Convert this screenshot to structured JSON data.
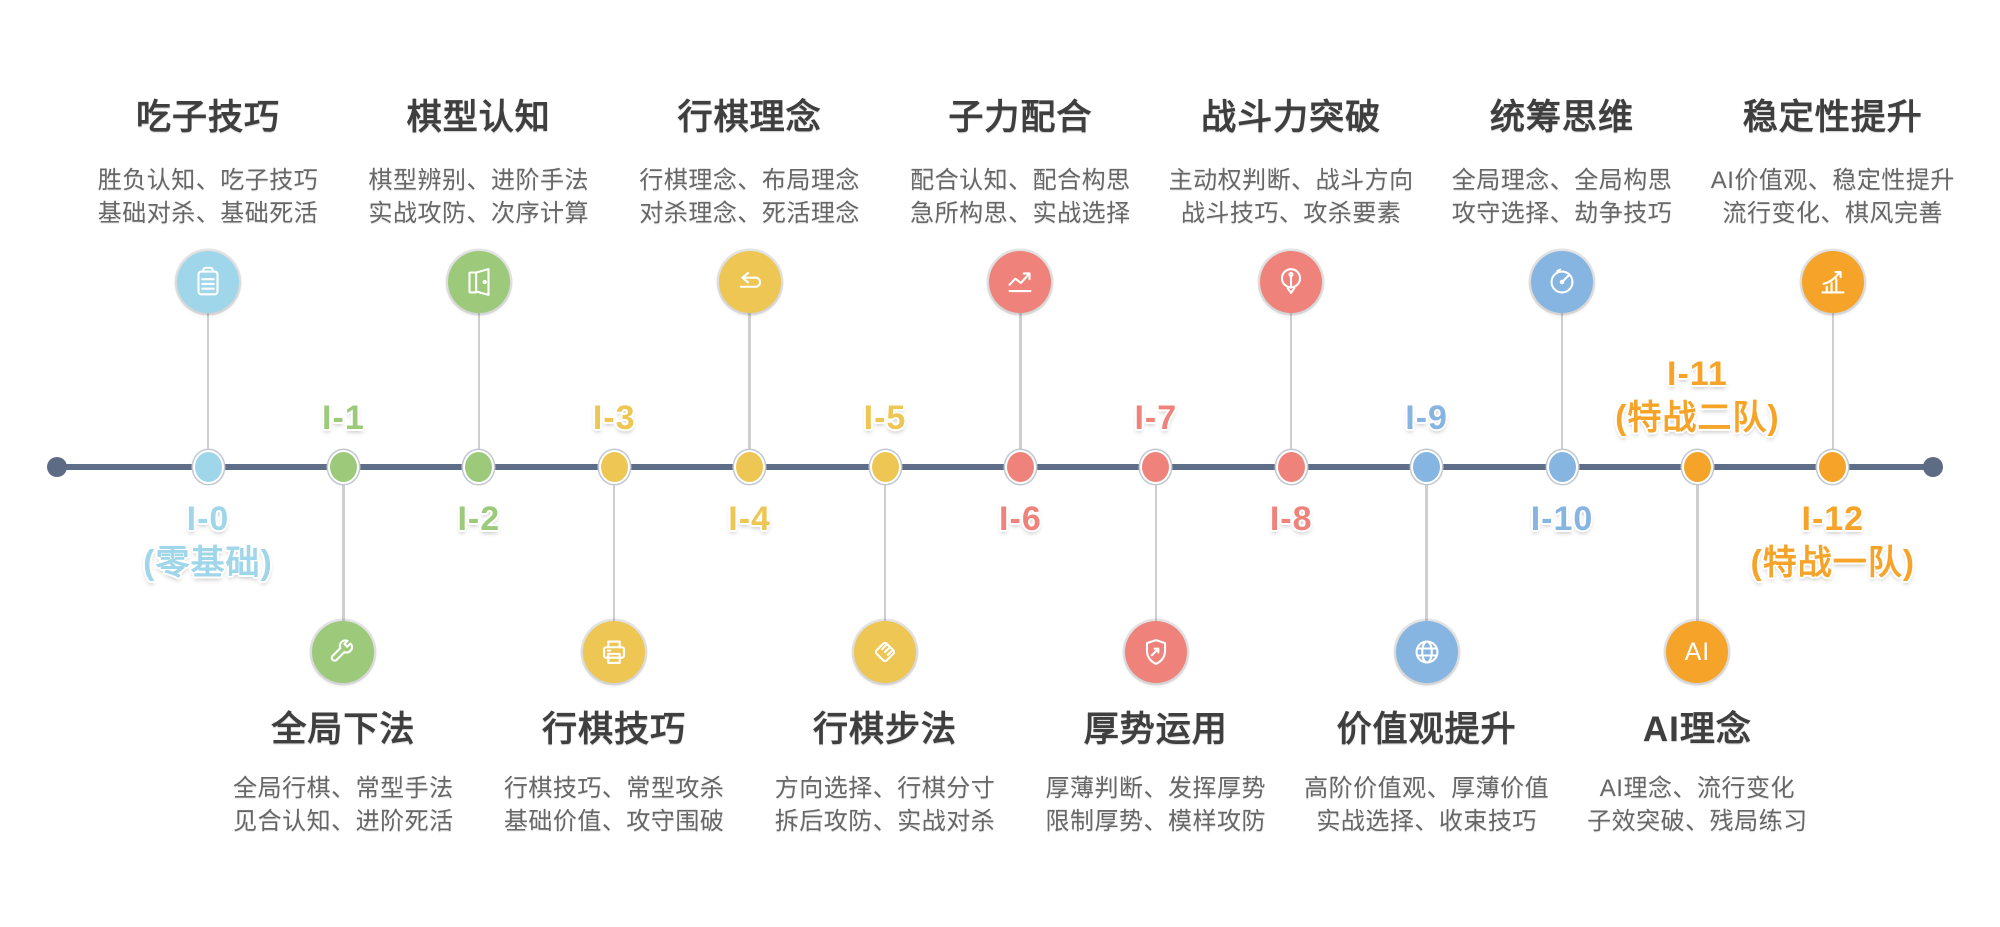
{
  "palette": {
    "lightblue": "#9fd6ea",
    "green": "#9cca7a",
    "yellow": "#eec654",
    "red": "#ef837c",
    "blue": "#85b5e0",
    "orange": "#f5a429",
    "timeline": "#5f6e88",
    "endpoint": "#5d6b84",
    "connector": "#cfcfcf",
    "title_text": "#3f3f3f",
    "desc_text": "#676767"
  },
  "milestones": [
    {
      "label": "I-0",
      "sublabel": "(零基础)",
      "color": "lightblue",
      "content": "above",
      "icon": "clipboard-icon",
      "icon_text": "",
      "title": "吃子技巧",
      "desc1": "胜负认知、吃子技巧",
      "desc2": "基础对杀、基础死活"
    },
    {
      "label": "I-1",
      "sublabel": "",
      "color": "green",
      "content": "below",
      "icon": "wrench-icon",
      "icon_text": "",
      "title": "全局下法",
      "desc1": "全局行棋、常型手法",
      "desc2": "见合认知、进阶死活"
    },
    {
      "label": "I-2",
      "sublabel": "",
      "color": "green",
      "content": "above",
      "icon": "open-door-icon",
      "icon_text": "",
      "title": "棋型认知",
      "desc1": "棋型辨别、进阶手法",
      "desc2": "实战攻防、次序计算"
    },
    {
      "label": "I-3",
      "sublabel": "",
      "color": "yellow",
      "content": "below",
      "icon": "printer-icon",
      "icon_text": "",
      "title": "行棋技巧",
      "desc1": "行棋技巧、常型攻杀",
      "desc2": "基础价值、攻守围破"
    },
    {
      "label": "I-4",
      "sublabel": "",
      "color": "yellow",
      "content": "above",
      "icon": "loop-arrow-icon",
      "icon_text": "",
      "title": "行棋理念",
      "desc1": "行棋理念、布局理念",
      "desc2": "对杀理念、死活理念"
    },
    {
      "label": "I-5",
      "sublabel": "",
      "color": "yellow",
      "content": "below",
      "icon": "handshake-icon",
      "icon_text": "",
      "title": "行棋步法",
      "desc1": "方向选择、行棋分寸",
      "desc2": "拆后攻防、实战对杀"
    },
    {
      "label": "I-6",
      "sublabel": "",
      "color": "red",
      "content": "above",
      "icon": "trend-chart-icon",
      "icon_text": "",
      "title": "子力配合",
      "desc1": "配合认知、配合构思",
      "desc2": "急所构思、实战选择"
    },
    {
      "label": "I-7",
      "sublabel": "",
      "color": "red",
      "content": "below",
      "icon": "shield-arrow-icon",
      "icon_text": "",
      "title": "厚势运用",
      "desc1": "厚薄判断、发挥厚势",
      "desc2": "限制厚势、模样攻防"
    },
    {
      "label": "I-8",
      "sublabel": "",
      "color": "red",
      "content": "above",
      "icon": "light-bulb-icon",
      "icon_text": "",
      "title": "战斗力突破",
      "desc1": "主动权判断、战斗方向",
      "desc2": "战斗技巧、攻杀要素"
    },
    {
      "label": "I-9",
      "sublabel": "",
      "color": "blue",
      "content": "below",
      "icon": "globe-icon",
      "icon_text": "",
      "title": "价值观提升",
      "desc1": "高阶价值观、厚薄价值",
      "desc2": "实战选择、收束技巧"
    },
    {
      "label": "I-10",
      "sublabel": "",
      "color": "blue",
      "content": "above",
      "icon": "timer-icon",
      "icon_text": "",
      "title": "统筹思维",
      "desc1": "全局理念、全局构思",
      "desc2": "攻守选择、劫争技巧"
    },
    {
      "label": "I-11",
      "sublabel": "(特战二队)",
      "color": "orange",
      "content": "below",
      "icon": "ai-icon",
      "icon_text": "AI",
      "title": "AI理念",
      "desc1": "AI理念、流行变化",
      "desc2": "子效突破、残局练习"
    },
    {
      "label": "I-12",
      "sublabel": "(特战一队)",
      "color": "orange",
      "content": "above",
      "icon": "growth-chart-icon",
      "icon_text": "",
      "title": "稳定性提升",
      "desc1": "AI价值观、稳定性提升",
      "desc2": "流行变化、棋风完善"
    }
  ]
}
